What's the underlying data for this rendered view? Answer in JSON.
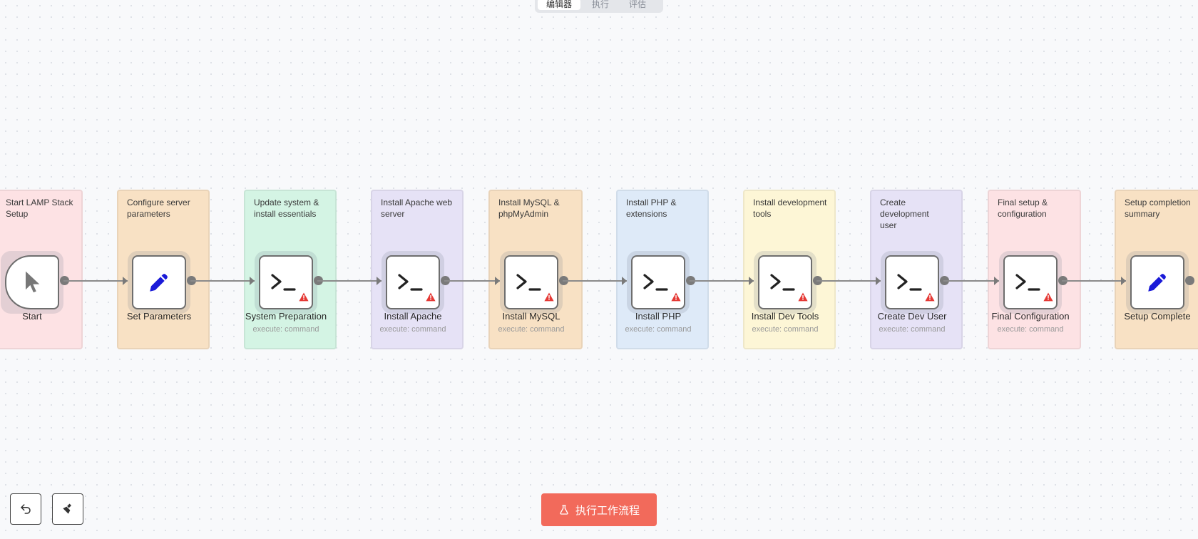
{
  "tabs": [
    "编辑器",
    "执行",
    "评估"
  ],
  "nodes": [
    {
      "note": "Start LAMP Stack\nSetup",
      "label": "Start",
      "sub": "",
      "icon": "cursor-icon",
      "color": "#fde2e4"
    },
    {
      "note": "Configure server\nparameters",
      "label": "Set Parameters",
      "sub": "",
      "icon": "pencil-icon",
      "color": "#f8e1c4"
    },
    {
      "note": "Update system &\ninstall essentials",
      "label": "System Preparation",
      "sub": "execute: command",
      "icon": "terminal-icon",
      "color": "#d4f4e4"
    },
    {
      "note": "Install Apache web\nserver",
      "label": "Install Apache",
      "sub": "execute: command",
      "icon": "terminal-icon",
      "color": "#e6e2f6"
    },
    {
      "note": "Install MySQL &\nphpMyAdmin",
      "label": "Install MySQL",
      "sub": "execute: command",
      "icon": "terminal-icon",
      "color": "#f8e1c4"
    },
    {
      "note": "Install PHP &\nextensions",
      "label": "Install PHP",
      "sub": "execute: command",
      "icon": "terminal-icon",
      "color": "#deeaf8"
    },
    {
      "note": "Install development\ntools",
      "label": "Install Dev Tools",
      "sub": "execute: command",
      "icon": "terminal-icon",
      "color": "#fdf6d6"
    },
    {
      "note": "Create development\nuser",
      "label": "Create Dev User",
      "sub": "execute: command",
      "icon": "terminal-icon",
      "color": "#e6e2f6"
    },
    {
      "note": "Final setup &\nconfiguration",
      "label": "Final Configuration",
      "sub": "execute: command",
      "icon": "terminal-icon",
      "color": "#fde2e4"
    },
    {
      "note": "Setup completion\nsummary",
      "label": "Setup Complete",
      "sub": "",
      "icon": "pencil-icon",
      "color": "#f8e1c4"
    }
  ],
  "toolbar": {
    "undo_icon": "undo-icon",
    "clear_icon": "broom-icon"
  },
  "run_button": {
    "label": "执行工作流程",
    "icon": "flask-icon",
    "color": "#f26a5b"
  }
}
